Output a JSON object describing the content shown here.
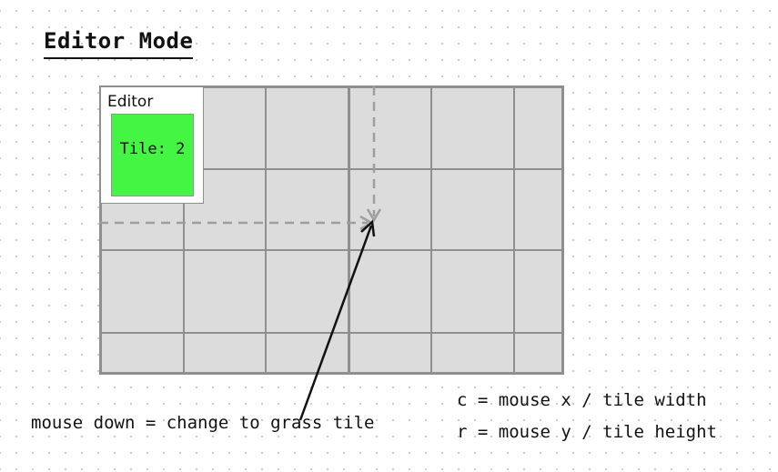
{
  "title": "Editor Mode",
  "editor_panel": {
    "title": "Editor",
    "selected_tile_label": "Tile: 2",
    "tile_color": "#44f544"
  },
  "tile_grid": {
    "fill_color": "#dcdcdc",
    "line_color": "#8f8f8f"
  },
  "annotations": {
    "mouse_down": "mouse down = change to grass tile",
    "col_formula": "c = mouse x / tile width",
    "row_formula": "r = mouse y / tile height"
  }
}
